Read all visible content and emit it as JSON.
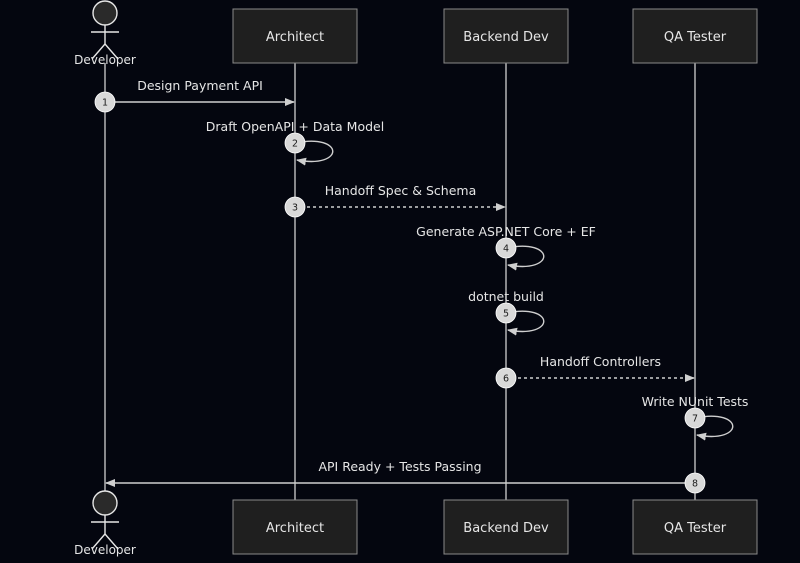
{
  "participants": [
    {
      "id": "developer",
      "label": "Developer",
      "kind": "actor"
    },
    {
      "id": "architect",
      "label": "Architect",
      "kind": "box"
    },
    {
      "id": "backend",
      "label": "Backend Dev",
      "kind": "box"
    },
    {
      "id": "qa",
      "label": "QA Tester",
      "kind": "box"
    }
  ],
  "messages": [
    {
      "num": "1",
      "from": "developer",
      "to": "architect",
      "label": "Design Payment API",
      "style": "solid"
    },
    {
      "num": "2",
      "from": "architect",
      "to": "architect",
      "label": "Draft OpenAPI + Data Model",
      "style": "solid"
    },
    {
      "num": "3",
      "from": "architect",
      "to": "backend",
      "label": "Handoff Spec & Schema",
      "style": "dashed"
    },
    {
      "num": "4",
      "from": "backend",
      "to": "backend",
      "label": "Generate ASP.NET Core + EF",
      "style": "solid"
    },
    {
      "num": "5",
      "from": "backend",
      "to": "backend",
      "label": "dotnet build",
      "style": "solid"
    },
    {
      "num": "6",
      "from": "backend",
      "to": "qa",
      "label": "Handoff Controllers",
      "style": "dashed"
    },
    {
      "num": "7",
      "from": "qa",
      "to": "qa",
      "label": "Write NUnit Tests",
      "style": "solid"
    },
    {
      "num": "8",
      "from": "qa",
      "to": "developer",
      "label": "API Ready + Tests Passing",
      "style": "solid"
    }
  ],
  "colors": {
    "background": "#04060f",
    "box_fill": "#1f1f1f",
    "box_stroke": "#8a8a8a",
    "line": "#cfcfcf",
    "text": "#e6e6e6",
    "badge_fill": "#d9d9d9",
    "badge_text": "#1a1a1a"
  }
}
